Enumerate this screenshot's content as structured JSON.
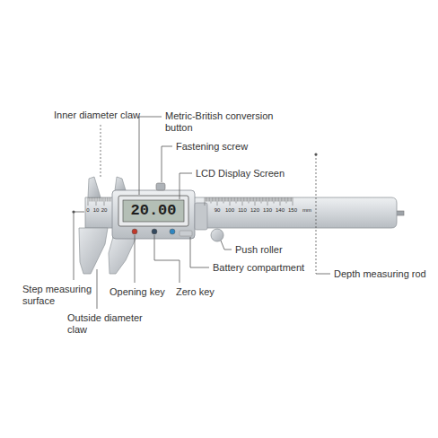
{
  "diagram": {
    "labels": [
      "Inner diameter claw",
      "Metric-British conversion button",
      "Fastening screw",
      "LCD Display Screen",
      "20.00",
      "0",
      "10",
      "20",
      "90",
      "100",
      "110",
      "120",
      "130",
      "140",
      "150",
      "mm",
      "Push roller",
      "Battery compartment",
      "Depth measuring rod",
      "Step measuring surface",
      "Opening key",
      "Zero key",
      "Outside diameter claw"
    ]
  }
}
